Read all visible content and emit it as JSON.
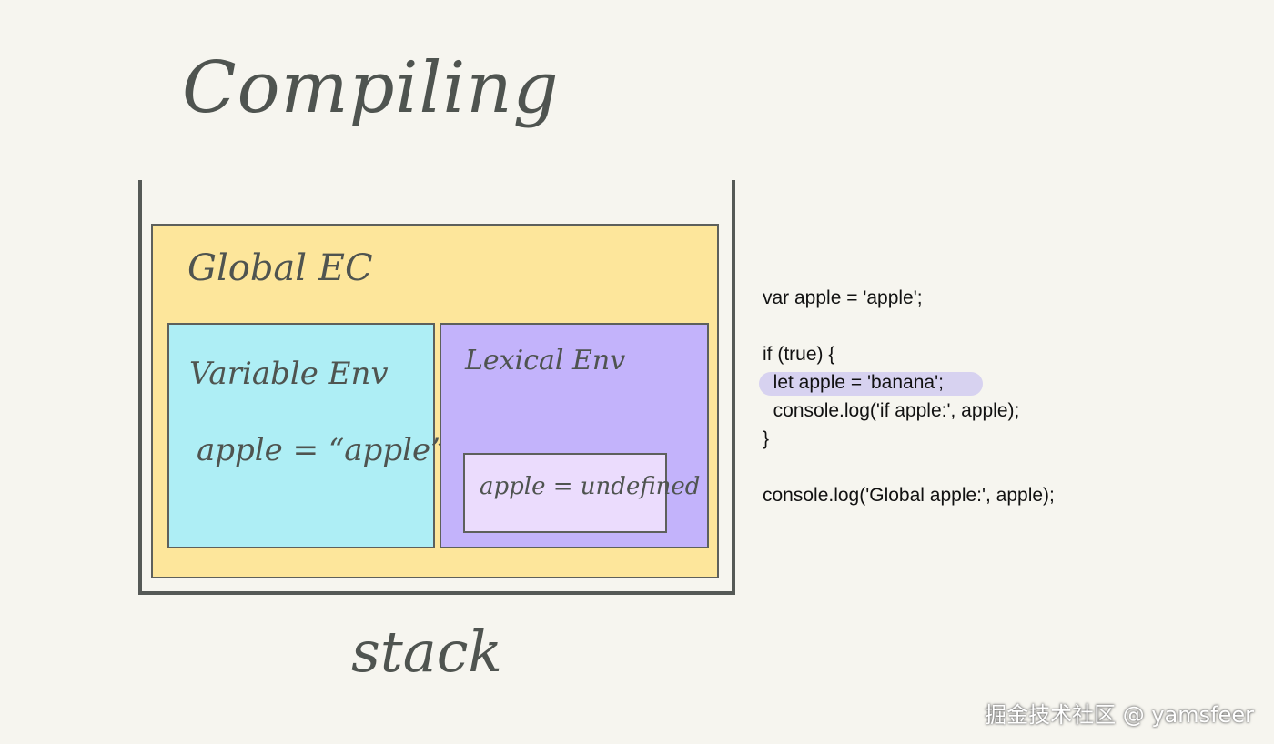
{
  "title": "Compiling",
  "stack": {
    "label": "stack",
    "global_ec": {
      "label": "Global EC",
      "variable_env": {
        "label": "Variable Env",
        "entry": "apple = “apple”"
      },
      "lexical_env": {
        "label": "Lexical Env",
        "entry": "apple = undefined"
      }
    }
  },
  "code": [
    "var apple = 'apple';",
    "",
    "if (true) {",
    "  let apple = 'banana';",
    "  console.log('if apple:', apple);",
    "}",
    "",
    "console.log('Global apple:', apple);"
  ],
  "highlighted_line": 3,
  "watermark": "掘金技术社区 @ yamsfeer",
  "colors": {
    "background": "#f6f5ef",
    "global_ec": "#fde69b",
    "variable_env": "#aeeef5",
    "lexical_env": "#c3b3fb",
    "lexical_entry": "#ebdcfd",
    "highlight": "#beb4f0"
  }
}
